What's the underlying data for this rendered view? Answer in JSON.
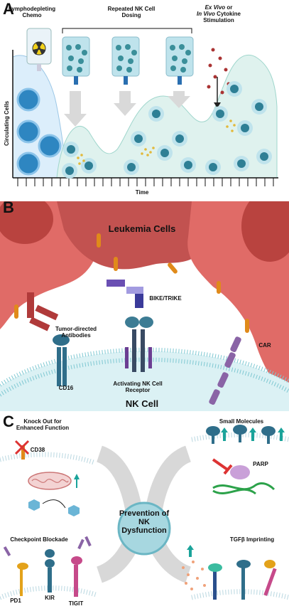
{
  "panel_a": {
    "label": "A",
    "chemo": "Lymphodepleting Chemo",
    "dosing": "Repeated NK Cell Dosing",
    "stim_line1_italic": "Ex Vivo",
    "stim_line1_rest": " or",
    "stim_line2_italic": "In Vivo",
    "stim_line2_rest": " Cytokine",
    "stim_line3": "Stimulation",
    "yaxis": "Circulating Cells",
    "xaxis": "Time"
  },
  "panel_b": {
    "label": "B",
    "leukemia": "Leukemia Cells",
    "bike": "BIKE/TRIKE",
    "antibodies": "Tumor-directed Antibodies",
    "cd16": "CD16",
    "activating": "Activating NK Cell Receptor",
    "car": "CAR",
    "nkcell": "NK Cell"
  },
  "panel_c": {
    "label": "C",
    "knockout": "Knock Out for Enhanced Function",
    "cd38": "CD38",
    "small_molecules": "Small Molecules",
    "parp": "PARP",
    "checkpoint": "Checkpoint Blockade",
    "pd1": "PD1",
    "kir": "KIR",
    "tigit": "TIGIT",
    "tgfb": "TGFβ Imprinting",
    "center_line1": "Prevention of",
    "center_line2": "NK",
    "center_line3": "Dysfunction"
  },
  "colors": {
    "nk_cell_light": "#d8eef0",
    "nk_cell_dark": "#3a8f9a",
    "leukemia": "#d9534f",
    "chemo_cell": "#2e86c1",
    "teal_arrow": "#1aa39a"
  }
}
